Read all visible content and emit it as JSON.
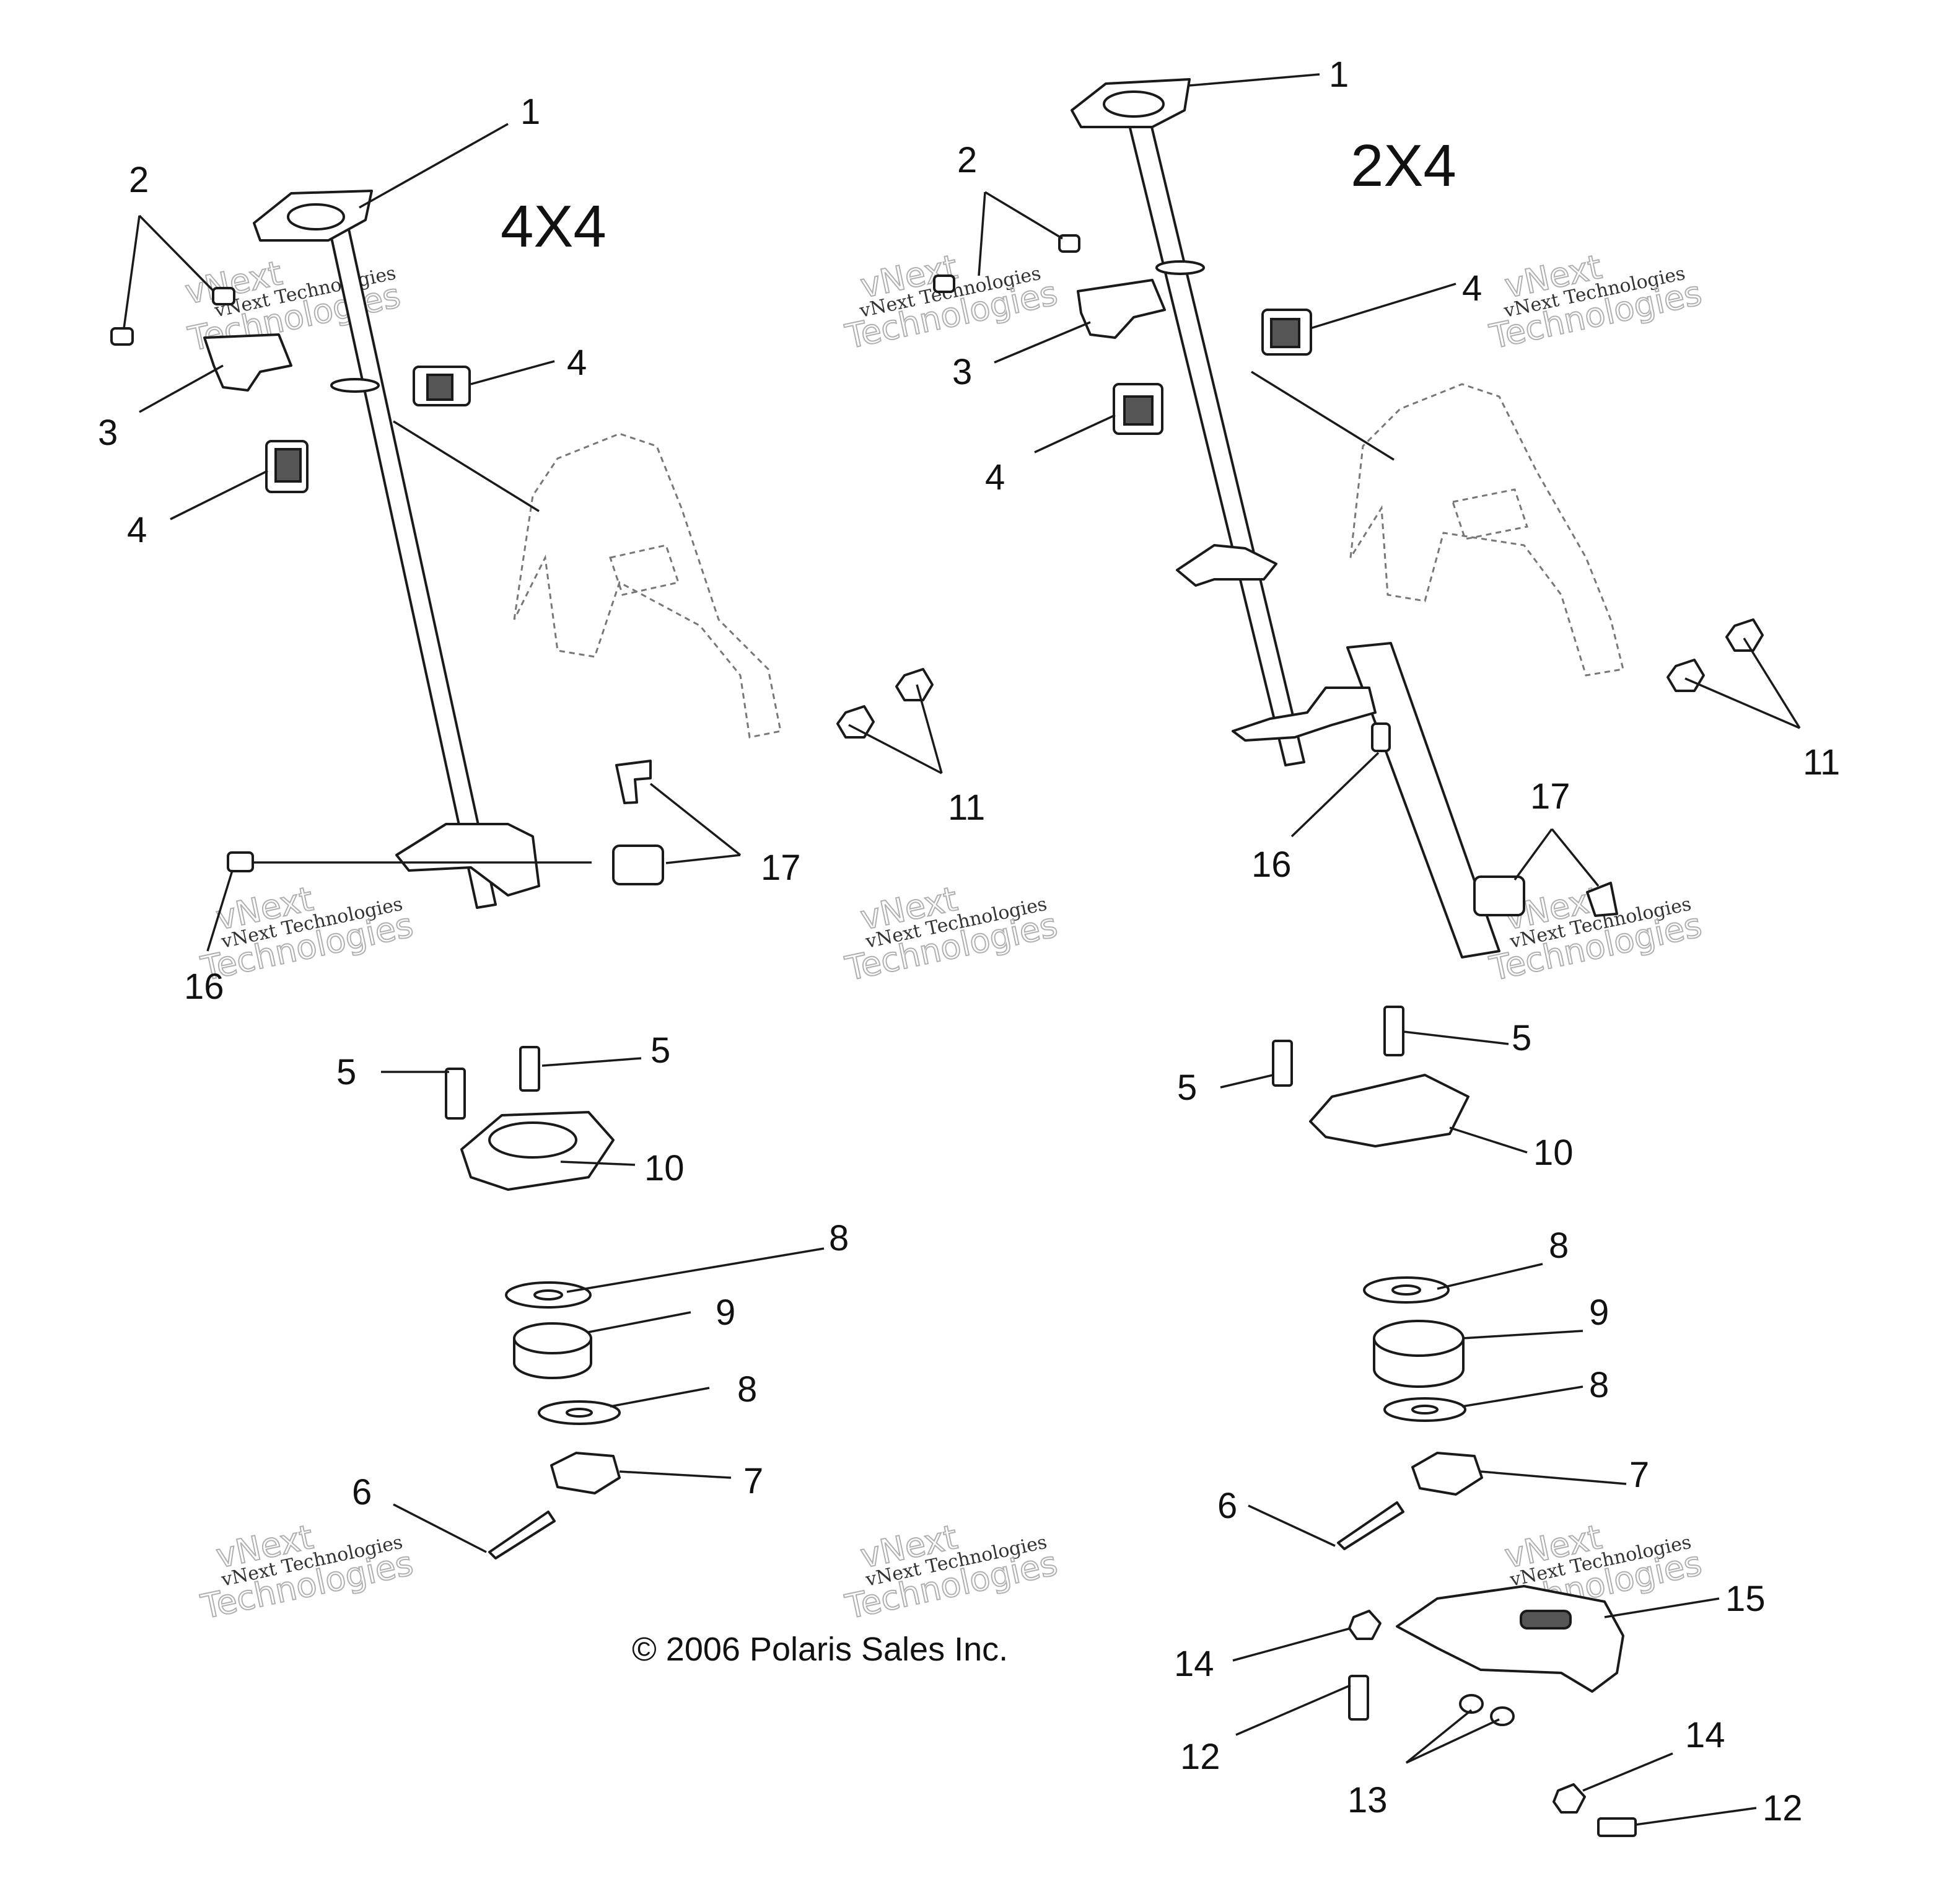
{
  "diagram": {
    "variants": {
      "left": "4X4",
      "right": "2X4"
    },
    "copyright": "© 2006 Polaris Sales Inc.",
    "watermark": {
      "line1": "vNext Technologies",
      "line2": "vNext",
      "line3": "Technologies"
    },
    "callouts_left": {
      "c1": "1",
      "c2": "2",
      "c3": "3",
      "c4a": "4",
      "c4b": "4",
      "c5a": "5",
      "c5b": "5",
      "c6": "6",
      "c7": "7",
      "c8a": "8",
      "c8b": "8",
      "c9": "9",
      "c10": "10",
      "c11": "11",
      "c16": "16",
      "c17": "17"
    },
    "callouts_right": {
      "c1": "1",
      "c2": "2",
      "c3": "3",
      "c4a": "4",
      "c4b": "4",
      "c5a": "5",
      "c5b": "5",
      "c6": "6",
      "c7": "7",
      "c8a": "8",
      "c8b": "8",
      "c9": "9",
      "c10": "10",
      "c11": "11",
      "c12a": "12",
      "c12b": "12",
      "c13": "13",
      "c14a": "14",
      "c14b": "14",
      "c15": "15",
      "c16": "16",
      "c17": "17"
    }
  }
}
